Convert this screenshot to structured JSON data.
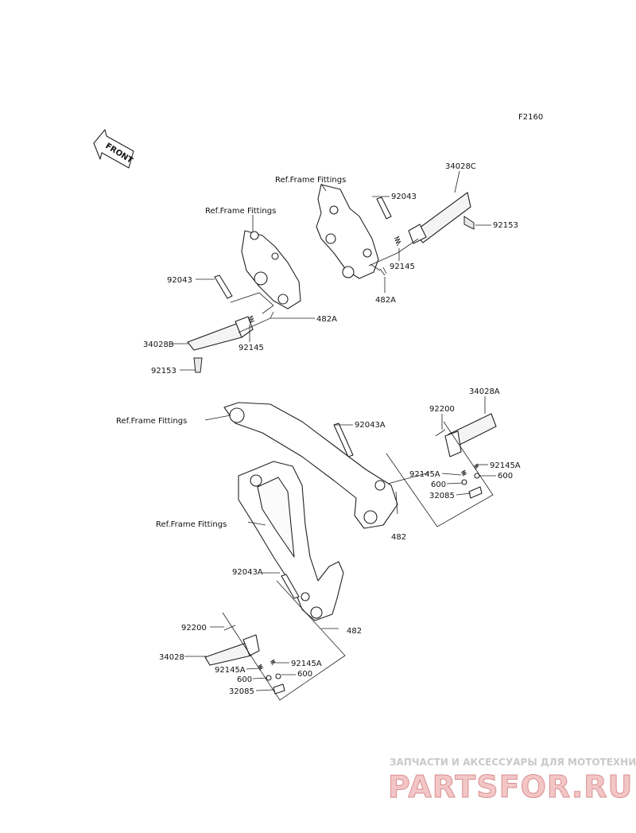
{
  "diagram": {
    "code": "F2160",
    "front_label": "FRONT",
    "labels": {
      "ref_frame_1": "Ref.Frame Fittings",
      "ref_frame_2": "Ref.Frame Fittings",
      "ref_frame_3": "Ref.Frame Fittings",
      "ref_frame_4": "Ref.Frame Fittings",
      "p34028C": "34028C",
      "p92043_top": "92043",
      "p92153_top": "92153",
      "p92145_top": "92145",
      "p482A_top": "482A",
      "p92043_left": "92043",
      "p482A_left": "482A",
      "p34028B": "34028B",
      "p92145_left": "92145",
      "p92153_left": "92153",
      "p34028A": "34028A",
      "p92200_right": "92200",
      "p92043A_right": "92043A",
      "p92145A_r1": "92145A",
      "p92145A_r2": "92145A",
      "p600_r1": "600",
      "p600_r2": "600",
      "p32085_right": "32085",
      "p482_right": "482",
      "p92043A_lower": "92043A",
      "p92200_lower": "92200",
      "p482_lower": "482",
      "p34028": "34028",
      "p92145A_l1": "92145A",
      "p92145A_l2": "92145A",
      "p600_l1": "600",
      "p600_l2": "600",
      "p32085_lower": "32085"
    }
  },
  "watermark": {
    "tagline": "ЗАПЧАСТИ И АКСЕССУАРЫ ДЛЯ МОТОТЕХНИКИ",
    "brand": "PARTSFOR.RU"
  },
  "colors": {
    "watermark_brand": "#f3c6c6",
    "watermark_text": "#c9c9c9",
    "line": "#222222"
  }
}
